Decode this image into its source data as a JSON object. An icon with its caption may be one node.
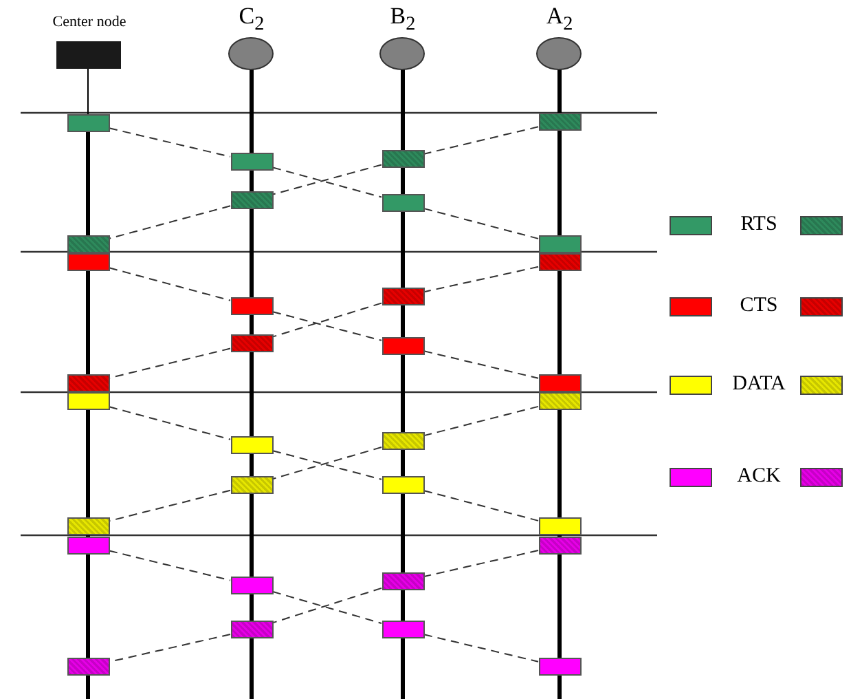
{
  "diagram": {
    "nodes": [
      {
        "text": [
          "Center node"
        ]
      },
      {
        "text": [
          "C$_{2}$"
        ]
      },
      {
        "text": [
          "B$_{2}$"
        ]
      },
      {
        "text": [
          "A$_{2}$"
        ]
      },
      {
        "text": [],
        "shape": "box"
      },
      {
        "text": [],
        "shape": "box"
      },
      {
        "text": [],
        "shape": "box"
      },
      {
        "text": [],
        "shape": "box"
      },
      {
        "text": [],
        "shape": "box"
      },
      {
        "text": [],
        "shape": "box"
      },
      {
        "text": [],
        "shape": "box"
      },
      {
        "text": [],
        "shape": "box"
      },
      {
        "text": [],
        "shape": "box"
      },
      {
        "text": [],
        "shape": "box"
      },
      {
        "text": [],
        "shape": "box"
      },
      {
        "text": [],
        "shape": "box"
      },
      {
        "text": [],
        "shape": "box"
      },
      {
        "text": [],
        "shape": "box"
      },
      {
        "text": [],
        "shape": "box"
      },
      {
        "text": [],
        "shape": "box"
      },
      {
        "text": [],
        "shape": "box"
      },
      {
        "text": [],
        "shape": "box"
      },
      {
        "text": [],
        "shape": "box"
      },
      {
        "text": [],
        "shape": "box"
      },
      {
        "text": [],
        "shape": "box"
      },
      {
        "text": [],
        "shape": "box"
      },
      {
        "text": [],
        "shape": "box"
      },
      {
        "text": [],
        "shape": "box"
      },
      {
        "text": [],
        "shape": "box"
      },
      {
        "text": [],
        "shape": "box"
      },
      {
        "text": [],
        "shape": "box"
      },
      {
        "text": [],
        "shape": "box"
      },
      {
        "text": [],
        "shape": "box"
      },
      {
        "text": [],
        "shape": "box"
      },
      {
        "text": [],
        "shape": "box"
      },
      {
        "text": [],
        "shape": "box"
      }
    ],
    "edges": [
      {
        "from": 4,
        "to": 7,
        "arrow": "none",
        "style": "dashed"
      },
      {
        "from": 7,
        "to": 9,
        "arrow": "none",
        "style": "dashed"
      },
      {
        "from": 9,
        "to": 11,
        "arrow": "none",
        "style": "dashed"
      },
      {
        "from": 5,
        "to": 6,
        "arrow": "none",
        "style": "dashed"
      },
      {
        "from": 6,
        "to": 8,
        "arrow": "none",
        "style": "dashed"
      },
      {
        "from": 8,
        "to": 10,
        "arrow": "none",
        "style": "dashed"
      },
      {
        "from": 12,
        "to": 15,
        "arrow": "none",
        "style": "dashed"
      },
      {
        "from": 15,
        "to": 17,
        "arrow": "none",
        "style": "dashed"
      },
      {
        "from": 17,
        "to": 19,
        "arrow": "none",
        "style": "dashed"
      },
      {
        "from": 13,
        "to": 14,
        "arrow": "none",
        "style": "dashed"
      },
      {
        "from": 14,
        "to": 16,
        "arrow": "none",
        "style": "dashed"
      },
      {
        "from": 16,
        "to": 18,
        "arrow": "none",
        "style": "dashed"
      },
      {
        "from": 20,
        "to": 23,
        "arrow": "none",
        "style": "dashed"
      },
      {
        "from": 23,
        "to": 25,
        "arrow": "none",
        "style": "dashed"
      },
      {
        "from": 25,
        "to": 27,
        "arrow": "none",
        "style": "dashed"
      },
      {
        "from": 21,
        "to": 22,
        "arrow": "none",
        "style": "dashed"
      },
      {
        "from": 22,
        "to": 24,
        "arrow": "none",
        "style": "dashed"
      },
      {
        "from": 24,
        "to": 26,
        "arrow": "none",
        "style": "dashed"
      },
      {
        "from": 28,
        "to": 31,
        "arrow": "none",
        "style": "dashed"
      },
      {
        "from": 31,
        "to": 33,
        "arrow": "none",
        "style": "dashed"
      },
      {
        "from": 33,
        "to": 35,
        "arrow": "none",
        "style": "dashed"
      },
      {
        "from": 29,
        "to": 30,
        "arrow": "none",
        "style": "dashed"
      },
      {
        "from": 30,
        "to": 32,
        "arrow": "none",
        "style": "dashed"
      },
      {
        "from": 32,
        "to": 34,
        "arrow": "none",
        "style": "dashed"
      }
    ],
    "legend": [
      {
        "text": "RTS",
        "color": "#339966"
      },
      {
        "text": "CTS",
        "color": "#ff0000"
      },
      {
        "text": "DATA",
        "color": "#ffff00"
      },
      {
        "text": "ACK",
        "color": "#ff00ff"
      }
    ]
  }
}
